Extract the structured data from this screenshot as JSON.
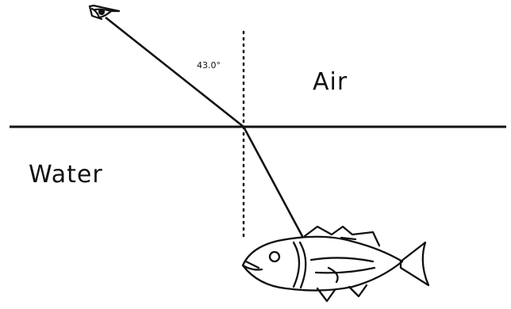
{
  "labels": {
    "air": "Air",
    "water": "Water",
    "angle": "43.0°"
  }
}
